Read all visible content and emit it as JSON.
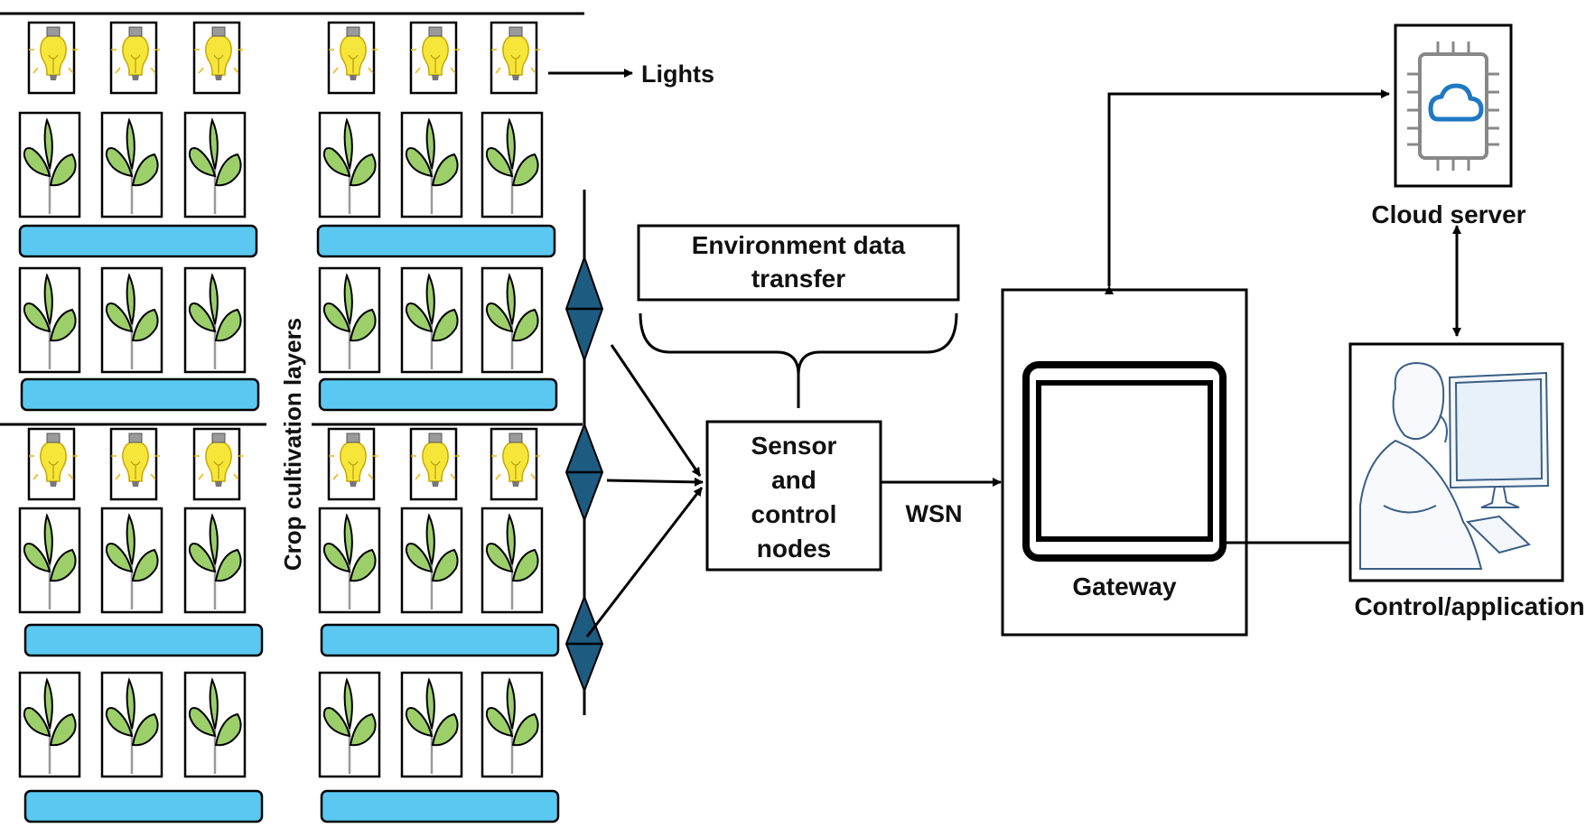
{
  "labels": {
    "lights": "Lights",
    "crop_layers": "Crop cultivation layers",
    "env_line1": "Environment data",
    "env_line2": "transfer",
    "sensor_line1": "Sensor",
    "sensor_line2": "and",
    "sensor_line3": "control",
    "sensor_line4": "nodes",
    "wsn": "WSN",
    "gateway": "Gateway",
    "cloud": "Cloud server",
    "control": "Control/application"
  },
  "colors": {
    "tray": "#5bc8f2",
    "leaf": "#9ccf6a",
    "bulb": "#f6e63a",
    "sensor": "#1e5b80",
    "cloud": "#1f78c1",
    "line": "#000000"
  }
}
